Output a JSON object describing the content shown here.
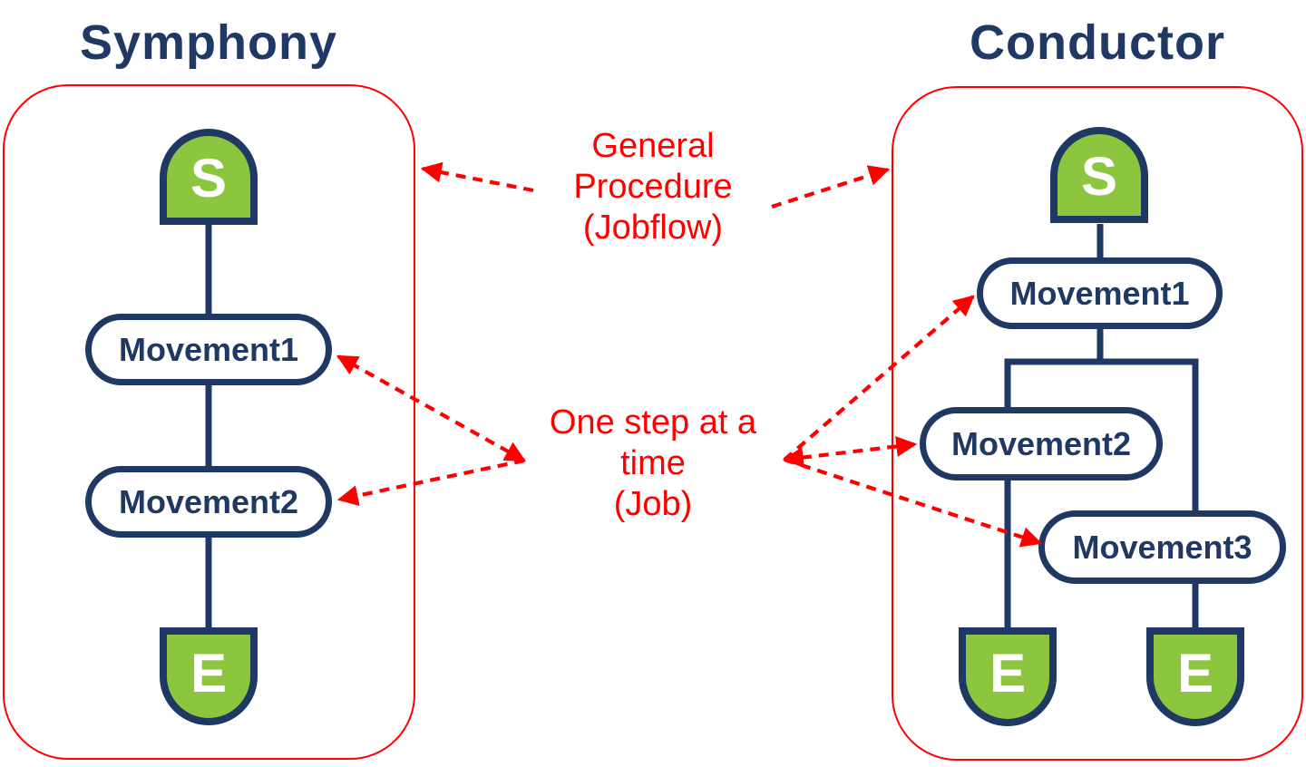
{
  "colors": {
    "navy": "#1f3864",
    "green": "#8cc63f",
    "red": "#ff0000",
    "white": "#ffffff"
  },
  "symphony": {
    "title": "Symphony",
    "start": "S",
    "movements": [
      "Movement1",
      "Movement2"
    ],
    "end": "E"
  },
  "conductor": {
    "title": "Conductor",
    "start": "S",
    "movements": [
      "Movement1",
      "Movement2",
      "Movement3"
    ],
    "ends": [
      "E",
      "E"
    ]
  },
  "annotations": {
    "general_procedure": {
      "line1": "General",
      "line2": "Procedure",
      "line3": "(Jobflow)"
    },
    "one_step": {
      "line1": "One step at a",
      "line2": "time",
      "line3": "(Job)"
    }
  }
}
